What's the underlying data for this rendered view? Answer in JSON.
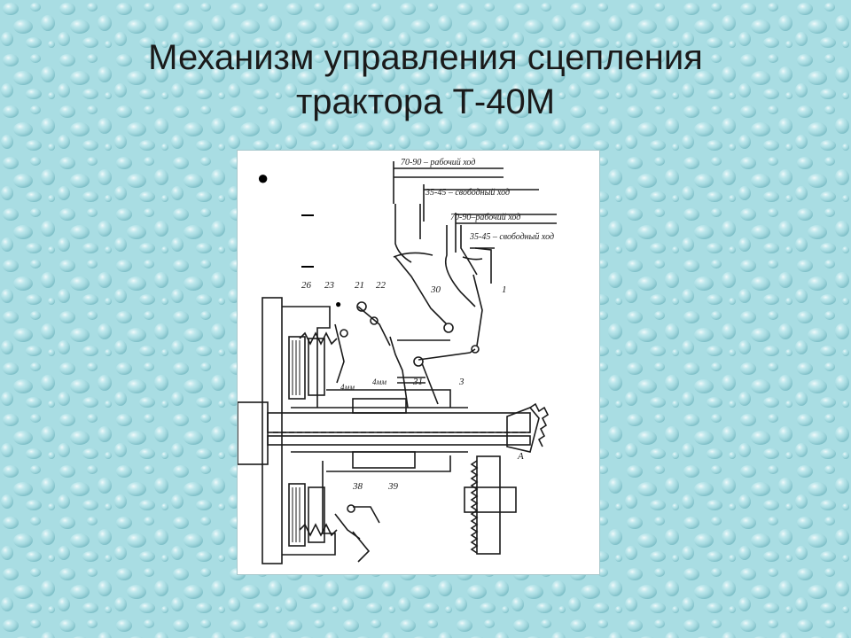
{
  "slide": {
    "title_line1": "Механизм управления сцепления",
    "title_line2": "трактора Т-40М"
  },
  "diagram": {
    "dimensions": {
      "top_working": "70-90 – рабочий ход",
      "top_free": "35-45 – свободный ход",
      "mid_working": "70-90–рабочий ход",
      "mid_free": "35-45 – свободный ход"
    },
    "part_numbers": {
      "p26": "26",
      "p23": "23",
      "p21": "21",
      "p22": "22",
      "p30": "30",
      "p1": "1",
      "p31": "31",
      "p3": "3",
      "p38": "38",
      "p39": "39",
      "pA": "А"
    },
    "gaps": {
      "left": "4мм",
      "right": "4мм"
    }
  },
  "colors": {
    "background": "#aee0e6",
    "ink": "#1a1a1a"
  }
}
